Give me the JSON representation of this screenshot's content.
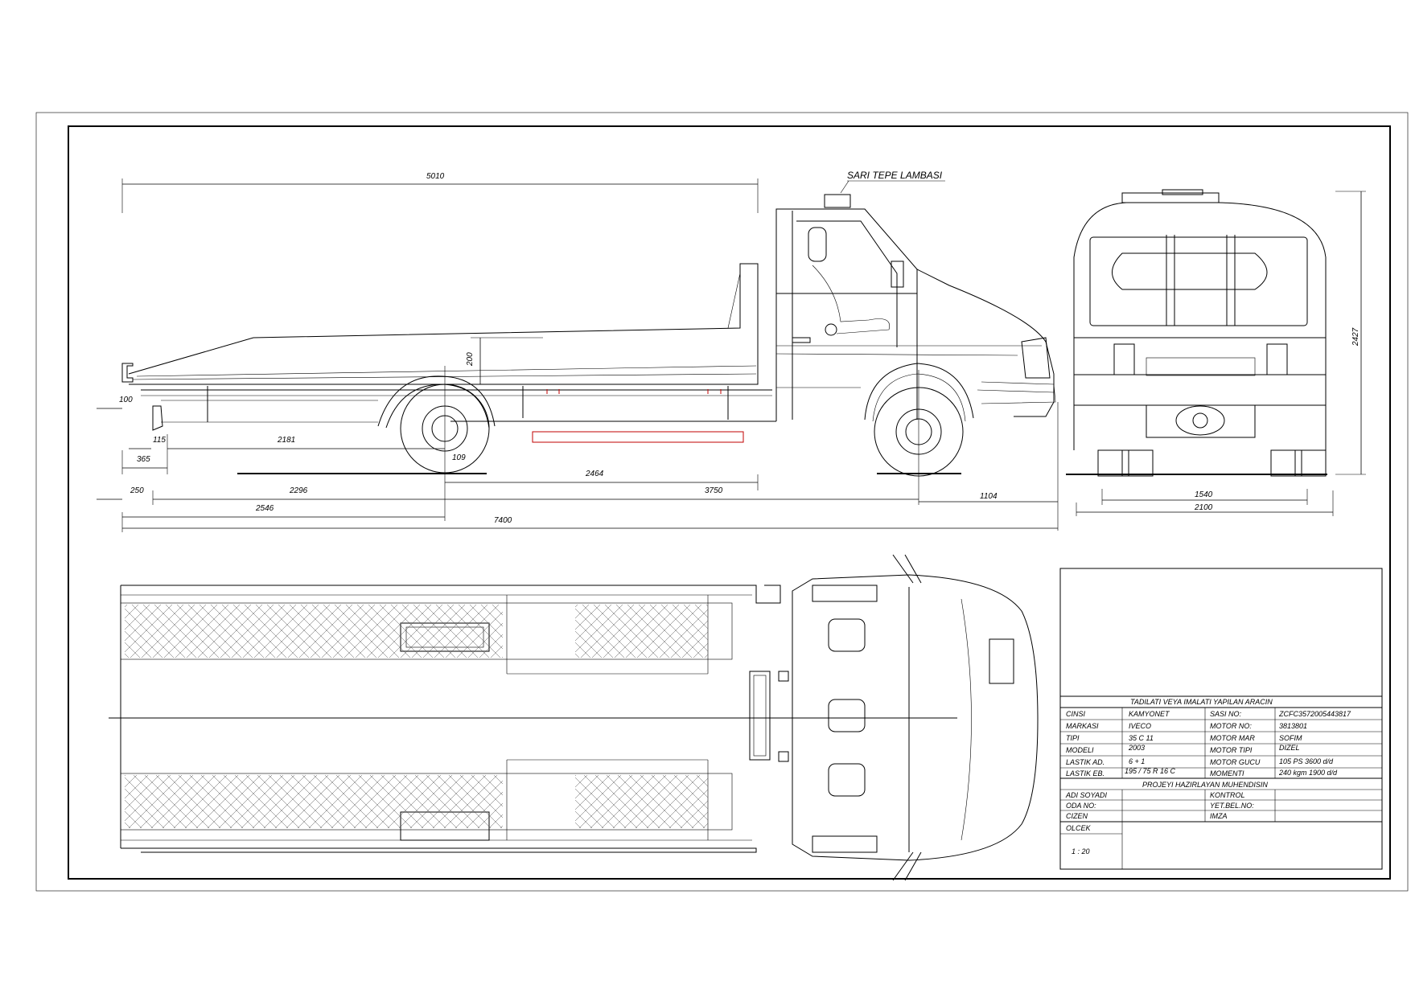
{
  "labels": {
    "roof_lamp": "SARI TEPE LAMBASI"
  },
  "dimensions": {
    "d5010": "5010",
    "d200": "200",
    "d100": "100",
    "d115": "115",
    "d2181": "2181",
    "d365": "365",
    "d109": "109",
    "d2464": "2464",
    "d250": "250",
    "d2296": "2296",
    "d3750": "3750",
    "d1104": "1104",
    "d2546": "2546",
    "d7400": "7400",
    "d2427": "2427",
    "d1540": "1540",
    "d2100": "2100"
  },
  "title_block": {
    "heading": "TADILATI VEYA IMALATI YAPILAN ARACIN",
    "rows": [
      {
        "k1": "CINSI",
        "v1": "KAMYONET",
        "k2": "SASI NO:",
        "v2": "ZCFC3572005443817"
      },
      {
        "k1": "MARKASI",
        "v1": "IVECO",
        "k2": "MOTOR NO:",
        "v2": "3813801"
      },
      {
        "k1": "TIPI",
        "v1": "35 C 11",
        "k2": "MOTOR MAR",
        "v2": "SOFIM"
      },
      {
        "k1": "MODELI",
        "v1": "2003",
        "k2": "MOTOR TIPI",
        "v2": "DIZEL"
      },
      {
        "k1": "LASTIK AD.",
        "v1": "6 + 1",
        "k2": "MOTOR GUCU",
        "v2": "105  PS  3600 d/d"
      },
      {
        "k1": "LASTIK EB.",
        "v1": "195 / 75 R 16 C",
        "k2": "MOMENTI",
        "v2": "240 kgm  1900 d/d"
      }
    ],
    "engineer_heading": "PROJEYI HAZIRLAYAN MUHENDISIN",
    "eng_rows": [
      {
        "k1": "ADI SOYADI",
        "k2": "KONTROL"
      },
      {
        "k1": "ODA NO:",
        "k2": "YET.BEL.NO:"
      },
      {
        "k1": "CIZEN",
        "k2": "IMZA"
      }
    ],
    "scale_label": "OLCEK",
    "scale_value": "1 : 20"
  }
}
